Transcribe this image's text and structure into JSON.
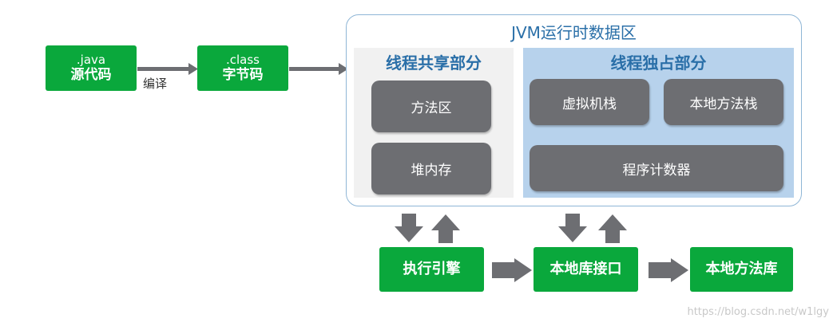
{
  "source": {
    "ext": ".java",
    "name": "源代码"
  },
  "compile_label": "编译",
  "bytecode": {
    "ext": ".class",
    "name": "字节码"
  },
  "jvm": {
    "title": "JVM运行时数据区",
    "shared": {
      "title": "线程共享部分",
      "items": [
        "方法区",
        "堆内存"
      ]
    },
    "private": {
      "title": "线程独占部分",
      "items": [
        "虚拟机栈",
        "本地方法栈",
        "程序计数器"
      ]
    }
  },
  "bottom": {
    "execution_engine": "执行引擎",
    "native_interface": "本地库接口",
    "native_library": "本地方法库"
  },
  "watermark": "https://blog.csdn.net/w1lgy",
  "colors": {
    "green": "#0aa83c",
    "gray_box": "#6d6e72",
    "arrow": "#6d6e72",
    "private_bg": "#b7d2ec",
    "shared_bg": "#f1f1f1",
    "title_blue": "#2a6fa8"
  }
}
